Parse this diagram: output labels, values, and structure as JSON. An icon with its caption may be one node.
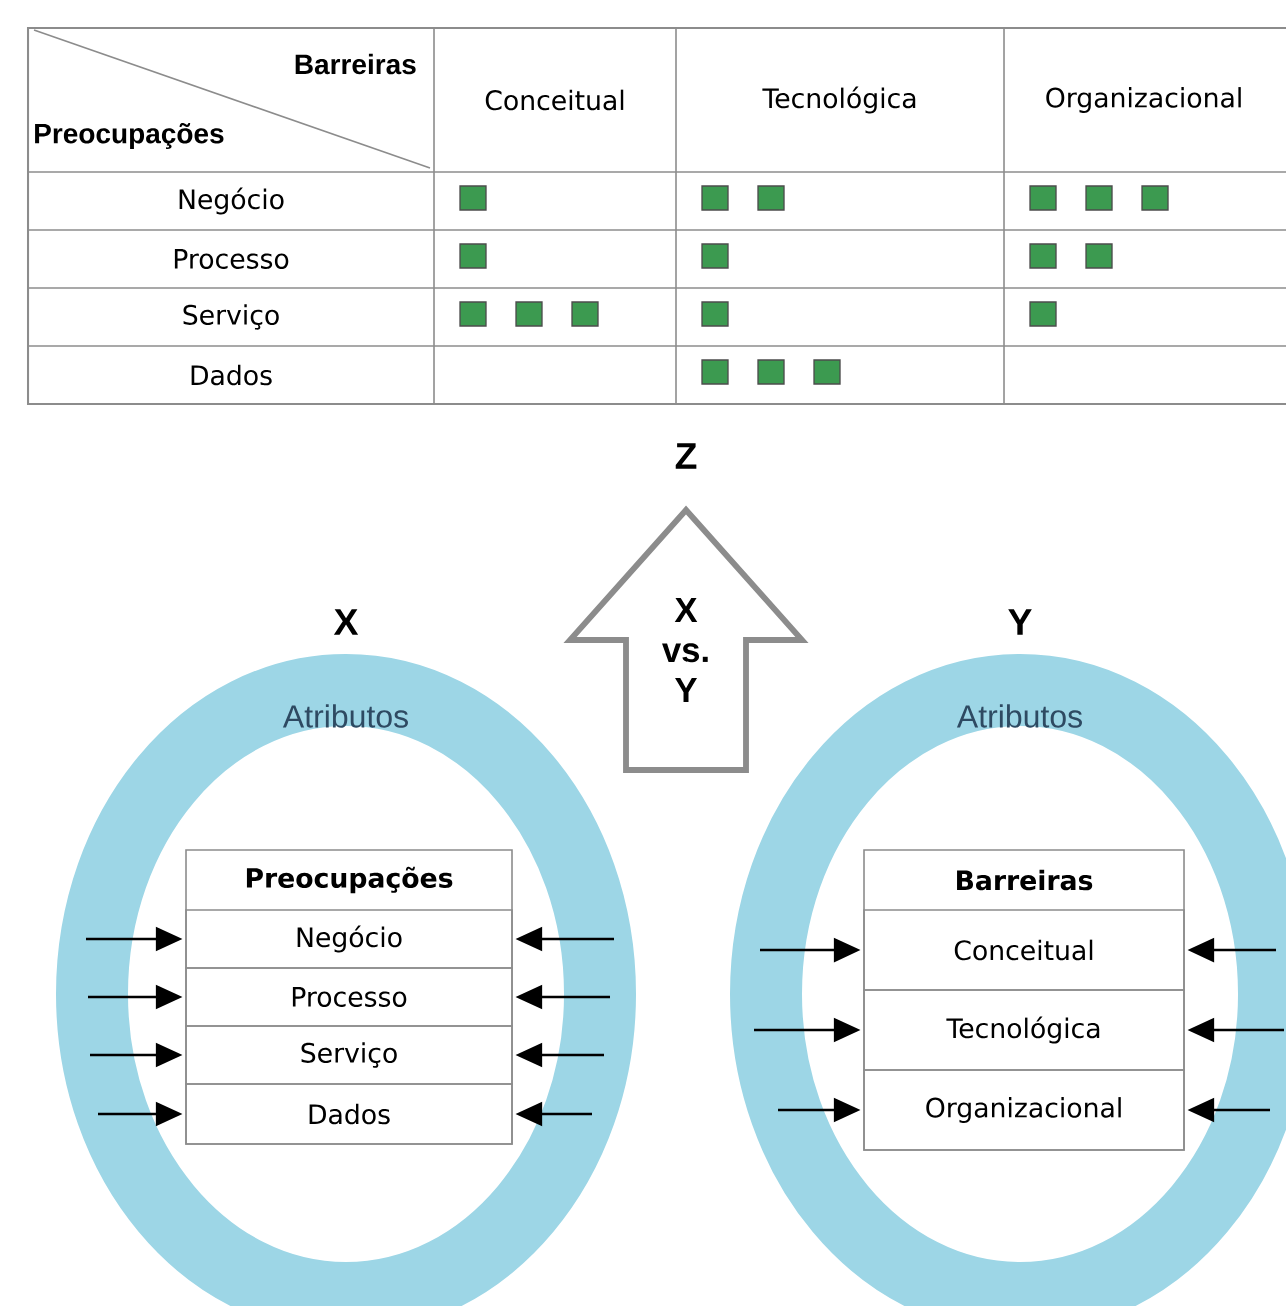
{
  "diagram": {
    "nodes": [
      {
        "text": [
          "X",
          "Atributos"
        ]
      },
      {
        "text": [
          "Preocupações"
        ],
        "in": 0
      },
      {
        "text": [
          "Negócio"
        ],
        "in": 1
      },
      {
        "text": [
          "Processo"
        ],
        "in": 1
      },
      {
        "text": [
          "Serviço"
        ],
        "in": 1
      },
      {
        "text": [
          "Dados"
        ],
        "in": 1
      },
      {
        "text": [
          "Y",
          "Atributos"
        ]
      },
      {
        "text": [
          "Barreiras"
        ],
        "in": 6
      },
      {
        "text": [
          "Conceitual"
        ],
        "in": 7
      },
      {
        "text": [
          "Tecnológica"
        ],
        "in": 7
      },
      {
        "text": [
          "Organizacional"
        ],
        "in": 7
      },
      {
        "text": [
          "X vs. Y"
        ],
        "beside": [
          "Z"
        ]
      }
    ],
    "edges": [
      {
        "from": null,
        "to": 2,
        "arrow": "to"
      },
      {
        "from": null,
        "to": 2,
        "arrow": "to"
      },
      {
        "from": null,
        "to": 3,
        "arrow": "to"
      },
      {
        "from": null,
        "to": 3,
        "arrow": "to"
      },
      {
        "from": null,
        "to": 4,
        "arrow": "to"
      },
      {
        "from": null,
        "to": 4,
        "arrow": "to"
      },
      {
        "from": null,
        "to": 5,
        "arrow": "to"
      },
      {
        "from": null,
        "to": 5,
        "arrow": "to"
      },
      {
        "from": null,
        "to": 8,
        "arrow": "to"
      },
      {
        "from": null,
        "to": 8,
        "arrow": "to"
      },
      {
        "from": null,
        "to": 9,
        "arrow": "to"
      },
      {
        "from": null,
        "to": 9,
        "arrow": "to"
      },
      {
        "from": null,
        "to": 10,
        "arrow": "to"
      },
      {
        "from": null,
        "to": 10,
        "arrow": "to"
      }
    ],
    "labels": [
      "Barreiras",
      "Preocupações",
      "Conceitual",
      "Tecnológica",
      "Organizacional",
      "Negócio",
      "Processo",
      "Serviço",
      "Dados"
    ]
  }
}
